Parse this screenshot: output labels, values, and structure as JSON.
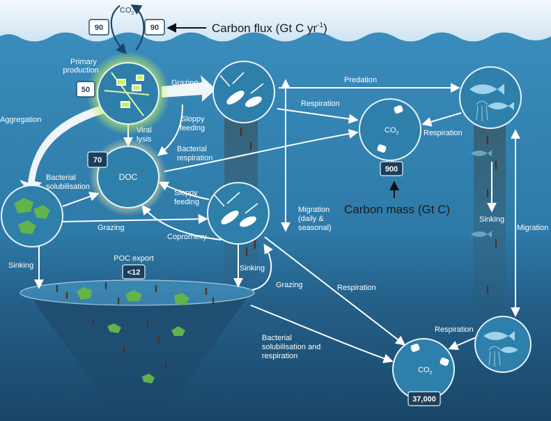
{
  "colors": {
    "sky": "#dcecf6",
    "sea_top": "#3b8fbf",
    "sea_mid": "#2a6f9a",
    "sea_deep": "#1b4a6e",
    "node_fill": "#2f7fab",
    "node_stroke": "#e8f3fa",
    "glow": "#c9f25a",
    "doc_glow": "#f1e39a",
    "aggregate": "#62b34a",
    "fecal": "#4a2f22"
  },
  "atmosphere": {
    "co2_label": "CO",
    "co2_sub": "2",
    "flux_in": "90",
    "flux_out": "90",
    "carbon_flux_legend": "Carbon flux (Gt C yr",
    "carbon_flux_legend_sup": "-1",
    "carbon_flux_legend_end": ")"
  },
  "nodes": {
    "primary_production": {
      "label_line1": "Primary",
      "label_line2": "production",
      "value": "50"
    },
    "doc": {
      "label": "DOC",
      "value": "70"
    },
    "co2_surface": {
      "label": "CO",
      "sub": "2",
      "value": "900"
    },
    "co2_deep": {
      "label": "CO",
      "sub": "2",
      "value": "37,000"
    },
    "poc_export": {
      "label": "POC export",
      "value": "<12"
    }
  },
  "carbon_mass_legend": "Carbon mass (Gt C)",
  "process_labels": {
    "aggregation": "Aggregation",
    "grazing_top": "Grazing",
    "viral_lysis_1": "Viral",
    "viral_lysis_2": "lysis",
    "sloppy_feeding_top_1": "Sloppy",
    "sloppy_feeding_top_2": "feeding",
    "bacterial_respiration_1": "Bacterial",
    "bacterial_respiration_2": "respiration",
    "predation": "Predation",
    "respiration_zoo": "Respiration",
    "respiration_fish": "Respiration",
    "bacterial_solubilisation_1": "Bacterial",
    "bacterial_solubilisation_2": "solubilisation",
    "sloppy_feeding_mid_1": "Sloppy",
    "sloppy_feeding_mid_2": "feeding",
    "grazing_mid": "Grazing",
    "coprorhexy": "Coprorhexy",
    "migration_mid_1": "Migration",
    "migration_mid_2": "(daily &",
    "migration_mid_3": "seasonal)",
    "sinking_left": "Sinking",
    "sinking_mid": "Sinking",
    "grazing_low": "Grazing",
    "respiration_low": "Respiration",
    "sinking_right": "Sinking",
    "migration_right": "Migration",
    "respiration_deep_fish": "Respiration",
    "bact_sol_resp_1": "Bacterial",
    "bact_sol_resp_2": "solubilisation and",
    "bact_sol_resp_3": "respiration"
  }
}
